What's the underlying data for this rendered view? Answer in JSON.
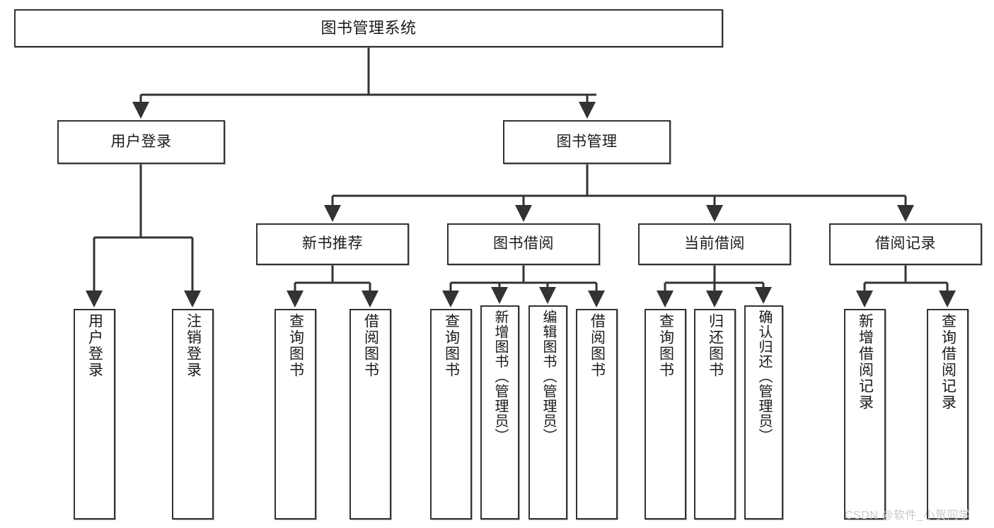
{
  "diagram": {
    "title": "图书管理系统",
    "type": "tree-structure-chart",
    "orientation": "top-down",
    "colors": {
      "box_border": "#333333",
      "box_fill": "#ffffff",
      "edge": "#333333",
      "text": "#1b1b1b",
      "watermark": "#c9c9c9"
    }
  },
  "nodes": {
    "root": {
      "label": "图书管理系统"
    },
    "level2": [
      {
        "id": "user-login",
        "label": "用户登录"
      },
      {
        "id": "book-manage",
        "label": "图书管理"
      }
    ],
    "level3": [
      {
        "id": "new-book-recommend",
        "label": "新书推荐"
      },
      {
        "id": "book-borrow",
        "label": "图书借阅"
      },
      {
        "id": "current-borrow",
        "label": "当前借阅"
      },
      {
        "id": "borrow-record",
        "label": "借阅记录"
      }
    ],
    "leaves": {
      "user_login": [
        {
          "id": "leaf-user-login",
          "label": "用户登录"
        },
        {
          "id": "leaf-logout-login",
          "label": "注销登录"
        }
      ],
      "new_book_recommend": [
        {
          "id": "leaf-query-book-1",
          "label": "查询图书"
        },
        {
          "id": "leaf-borrow-book-1",
          "label": "借阅图书"
        }
      ],
      "book_borrow": [
        {
          "id": "leaf-query-book-2",
          "label": "查询图书"
        },
        {
          "id": "leaf-add-book",
          "label": "新增图书（管理员）"
        },
        {
          "id": "leaf-edit-book",
          "label": "编辑图书（管理员）"
        },
        {
          "id": "leaf-borrow-book-2",
          "label": "借阅图书"
        }
      ],
      "current_borrow": [
        {
          "id": "leaf-query-book-3",
          "label": "查询图书"
        },
        {
          "id": "leaf-return-book",
          "label": "归还图书"
        },
        {
          "id": "leaf-confirm-return",
          "label": "确认归还（管理员）"
        }
      ],
      "borrow_record": [
        {
          "id": "leaf-add-record",
          "label": "新增借阅记录"
        },
        {
          "id": "leaf-query-record",
          "label": "查询借阅记录"
        }
      ]
    }
  },
  "watermark": {
    "text": "CSDN @软件_小贺同学"
  }
}
